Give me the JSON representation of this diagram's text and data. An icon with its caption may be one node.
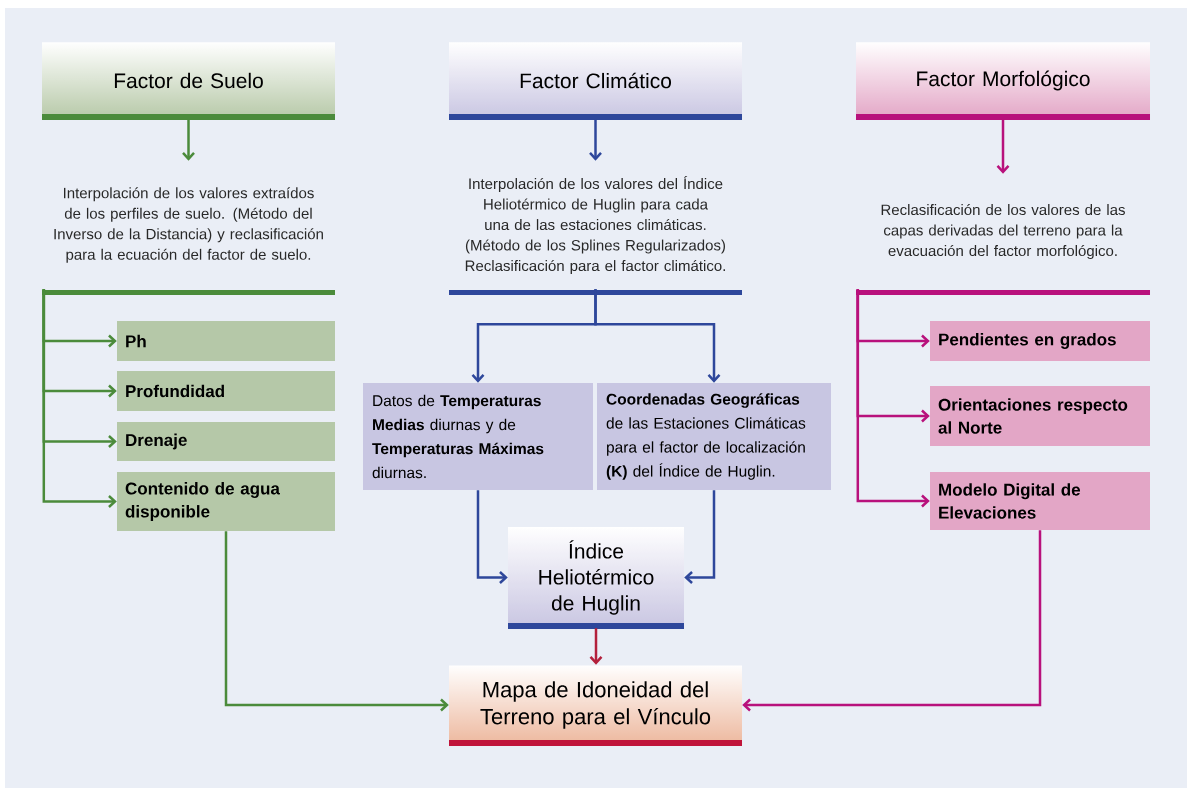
{
  "diagram": {
    "nodes": [
      {
        "text": [
          "Factor de Suelo"
        ]
      },
      {
        "text": [
          "Interpolación de los valores extraídos de los perfiles de suelo. (Método del Inverso de la Distancia) y reclasificación para la ecuación del factor de suelo."
        ]
      },
      {
        "text": [
          "Ph"
        ]
      },
      {
        "text": [
          "Profundidad"
        ]
      },
      {
        "text": [
          "Drenaje"
        ]
      },
      {
        "text": [
          "Contenido de agua disponible"
        ]
      },
      {
        "text": [
          "Factor Climático"
        ]
      },
      {
        "text": [
          "Interpolación de los valores del Índice Heliotérmico de Huglin para cada una de las estaciones climáticas. (Método de los Splines Regularizados) Reclasificación para el factor climático."
        ]
      },
      {
        "text": [
          "Datos de **Temperaturas Medias** diurnas y de **Temperaturas Máximas** diurnas."
        ]
      },
      {
        "text": [
          "**Coordenadas Geográficas** de las Estaciones Climáticas para el factor de localización **(K)** del Índice de Huglin."
        ]
      },
      {
        "text": [
          "Índice Heliotérmico de Huglin"
        ]
      },
      {
        "text": [
          "Factor Morfológico"
        ]
      },
      {
        "text": [
          "Reclasificación de los valores de las capas derivadas del terreno para la evacuación del factor morfológico."
        ]
      },
      {
        "text": [
          "Pendientes en grados"
        ]
      },
      {
        "text": [
          "Orientaciones respecto al Norte"
        ]
      },
      {
        "text": [
          "Modelo Digital de Elevaciones"
        ]
      },
      {
        "text": [
          "Mapa de Idoneidad del Terreno para el Vínculo"
        ]
      }
    ],
    "edges": [
      {
        "from": 0,
        "to": 1,
        "arrow": "to",
        "color": "#4b8b3b"
      },
      {
        "from": 1,
        "to": 2,
        "arrow": "to",
        "color": "#4b8b3b"
      },
      {
        "from": 1,
        "to": 3,
        "arrow": "to",
        "color": "#4b8b3b"
      },
      {
        "from": 1,
        "to": 4,
        "arrow": "to",
        "color": "#4b8b3b"
      },
      {
        "from": 1,
        "to": 5,
        "arrow": "to",
        "color": "#4b8b3b"
      },
      {
        "from": 6,
        "to": 7,
        "arrow": "to",
        "color": "#2e479b"
      },
      {
        "from": 7,
        "to": 8,
        "arrow": "to",
        "color": "#2e479b"
      },
      {
        "from": 7,
        "to": 9,
        "arrow": "to",
        "color": "#2e479b"
      },
      {
        "from": 8,
        "to": 10,
        "arrow": "to",
        "color": "#2e479b"
      },
      {
        "from": 9,
        "to": 10,
        "arrow": "to",
        "color": "#2e479b"
      },
      {
        "from": 11,
        "to": 12,
        "arrow": "to",
        "color": "#b8117c"
      },
      {
        "from": 12,
        "to": 13,
        "arrow": "to",
        "color": "#b8117c"
      },
      {
        "from": 12,
        "to": 14,
        "arrow": "to",
        "color": "#b8117c"
      },
      {
        "from": 12,
        "to": 15,
        "arrow": "to",
        "color": "#b8117c"
      },
      {
        "from": 10,
        "to": 16,
        "arrow": "to",
        "color": "#b3203c"
      },
      {
        "from": 5,
        "to": 16,
        "arrow": "to",
        "color": "#4b8b3b"
      },
      {
        "from": 15,
        "to": 16,
        "arrow": "to",
        "color": "#b8117c"
      }
    ]
  }
}
